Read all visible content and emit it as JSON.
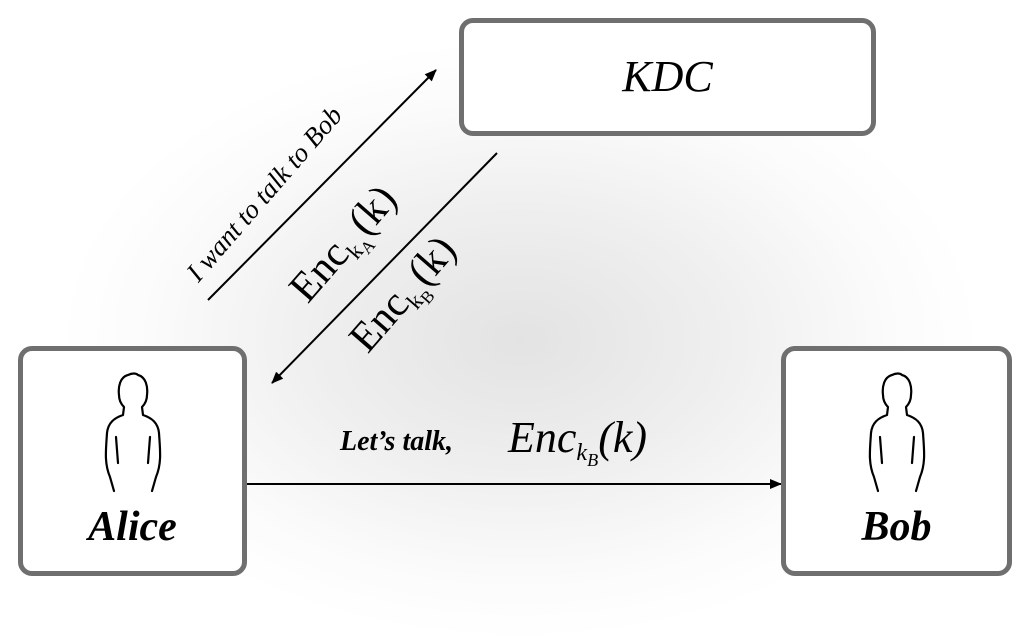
{
  "kdc": {
    "label": "KDC"
  },
  "alice": {
    "label": "Alice"
  },
  "bob": {
    "label": "Bob"
  },
  "messages": {
    "request": "I want to talk to Bob",
    "enc_ka": {
      "base": "Enc",
      "key": "k",
      "key_sub": "A",
      "arg": "(k)"
    },
    "enc_kb": {
      "base": "Enc",
      "key": "k",
      "key_sub": "B",
      "arg": "(k)"
    },
    "lets_talk": "Let’s talk,",
    "enc_msg": {
      "base": "Enc",
      "key": "k",
      "key_sub": "B",
      "arg": "(k)"
    }
  },
  "colors": {
    "box_border": "#6f6f6f",
    "arrow": "#000000",
    "glow": "#e3e3e3"
  }
}
